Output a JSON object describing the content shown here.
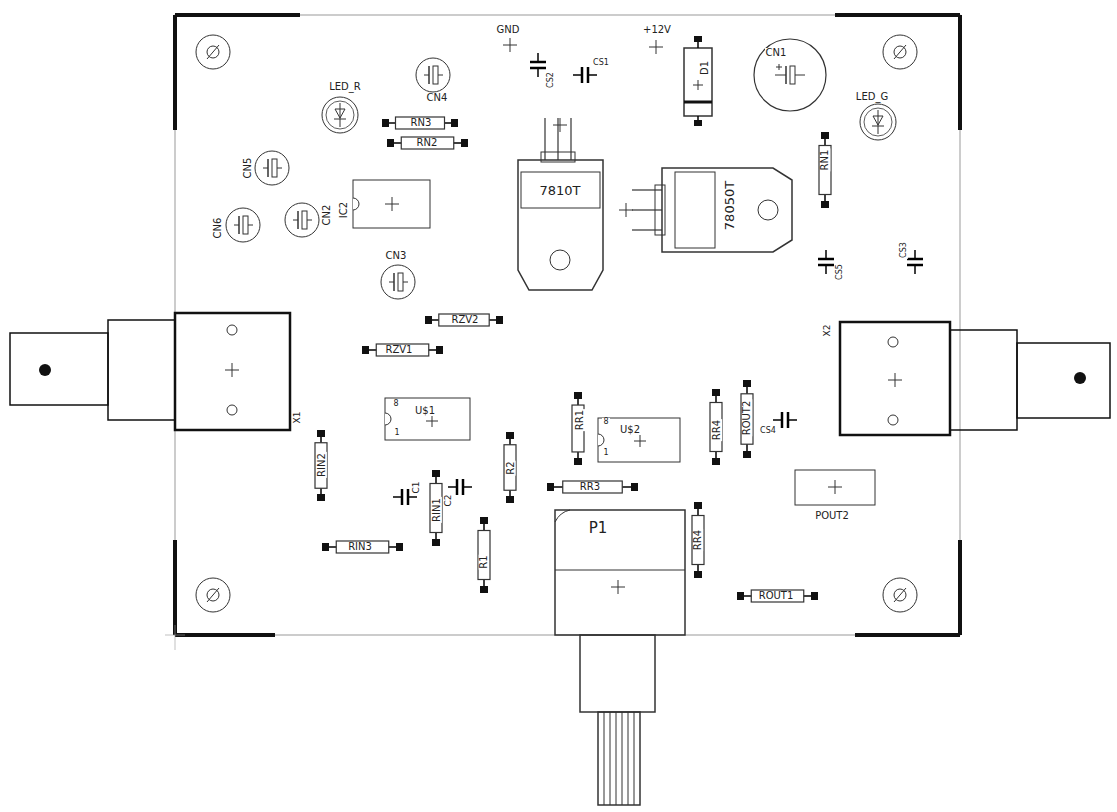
{
  "diagram": {
    "labels": [
      "GND",
      "+12V",
      "CS2",
      "CS1",
      "D1",
      "CN1",
      "LED_G",
      "LED_R",
      "CN4",
      "RN3",
      "RN2",
      "RN1",
      "CN5",
      "IC2",
      "CN6",
      "CN2",
      "7810T",
      "78050T",
      "CN3",
      "CS5",
      "CS3",
      "RZV2",
      "RZV1",
      "X1",
      "X2",
      "U$1",
      "8",
      "1",
      "RR1",
      "U$2",
      "8",
      "1",
      "RR4",
      "ROUT2",
      "CS4",
      "RIN2",
      "C1",
      "C2",
      "RIN1",
      "R2",
      "RR3",
      "RIN3",
      "R1",
      "P1",
      "RR4",
      "POUT2",
      "ROUT1"
    ]
  }
}
